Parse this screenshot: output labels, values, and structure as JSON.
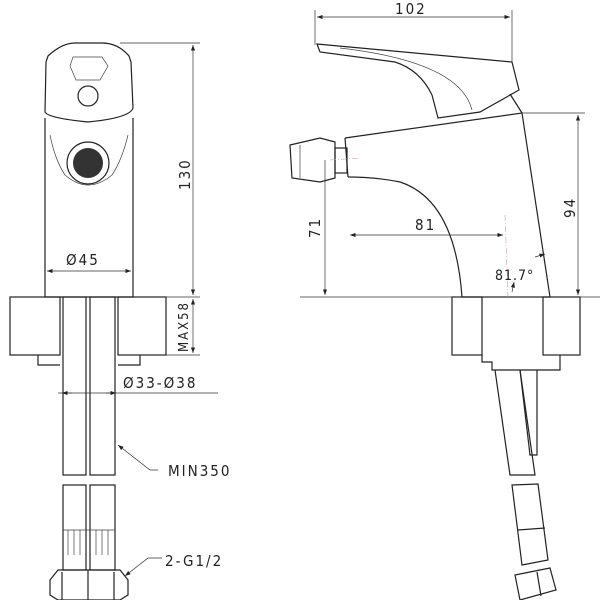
{
  "drawing": {
    "front_view": {
      "height_dim": "130",
      "base_diameter": "Ø45",
      "counter_max": "MAX58",
      "hole_diameter": "Ø33-Ø38",
      "hose_length": "MIN350",
      "connection": "2-G1/2"
    },
    "side_view": {
      "total_length": "102",
      "body_height": "94",
      "spout_height": "71",
      "spout_reach": "81",
      "angle": "81.7°"
    }
  }
}
